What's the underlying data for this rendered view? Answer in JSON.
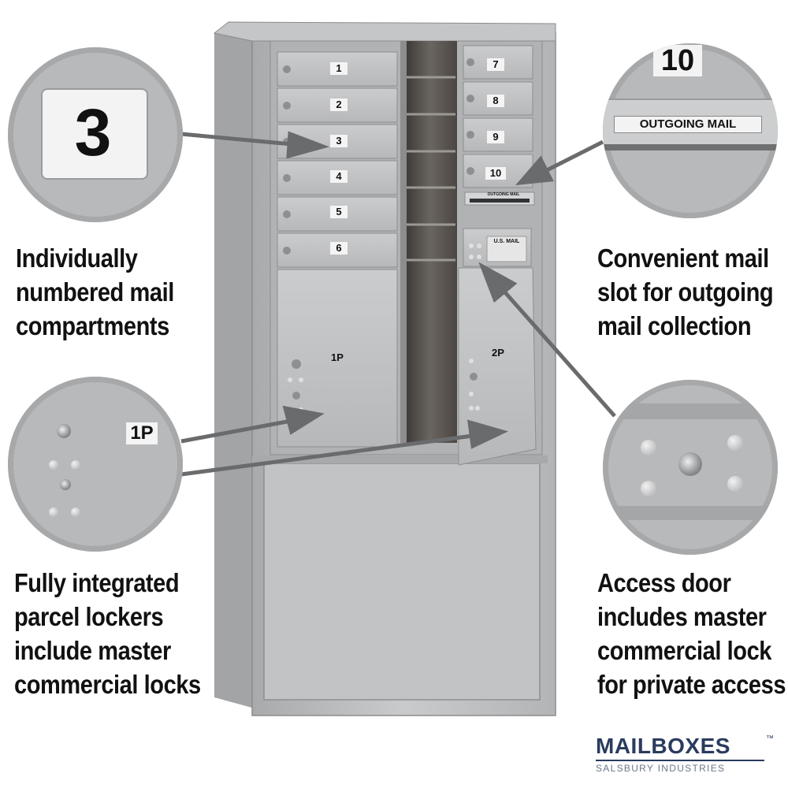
{
  "unit": {
    "compartments": [
      "1",
      "2",
      "3",
      "4",
      "5",
      "6",
      "7",
      "8",
      "9",
      "10"
    ],
    "parcel_lockers": [
      "1P",
      "2P"
    ],
    "outgoing_label": "OUTGOING MAIL",
    "usmail_label": "U.S. MAIL"
  },
  "zooms": {
    "compartment_number": "3",
    "outgoing_number": "10",
    "outgoing_label": "OUTGOING MAIL",
    "parcel_number": "1P"
  },
  "callouts": {
    "top_left": [
      "Individually",
      "numbered mail",
      "compartments"
    ],
    "bottom_left": [
      "Fully integrated",
      "parcel lockers",
      "include master",
      "commercial locks"
    ],
    "top_right": [
      "Convenient mail",
      "slot for outgoing",
      "mail collection"
    ],
    "bottom_right": [
      "Access door",
      "includes master",
      "commercial lock",
      "for private access"
    ]
  },
  "brand": {
    "name": "MAILBOXES",
    "tm": "™",
    "subtitle": "SALSBURY INDUSTRIES",
    "color": "#2a3b5e"
  },
  "colors": {
    "metal": "#bfc0c2",
    "arrow": "#6a6b6d",
    "text": "#111111"
  }
}
